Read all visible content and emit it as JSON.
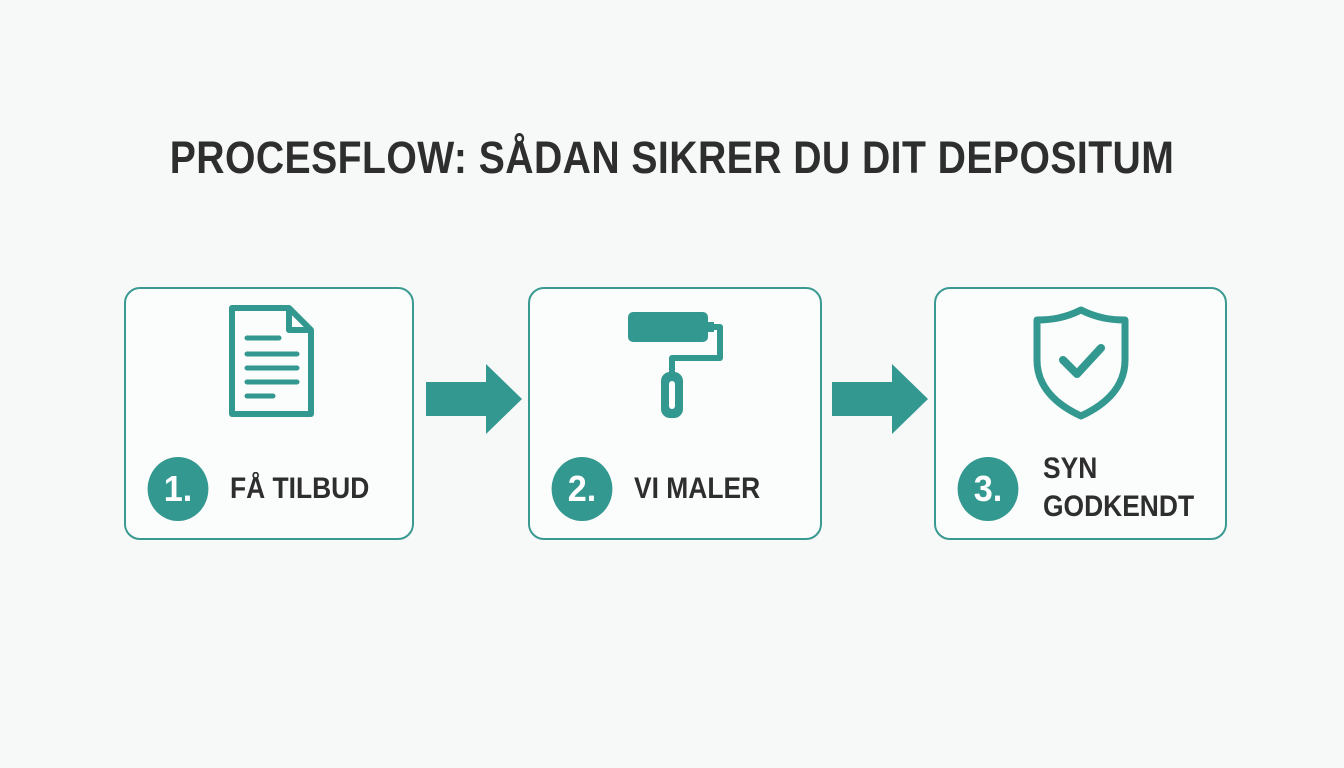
{
  "title": "PROCESFLOW: SÅDAN SIKRER DU DIT DEPOSITUM",
  "colors": {
    "accent": "#339990",
    "text": "#2e2e2e",
    "background": "#f7f8f8"
  },
  "steps": [
    {
      "number": "1.",
      "label_lines": [
        "FÅ TILBUD"
      ],
      "icon": "document-icon"
    },
    {
      "number": "2.",
      "label_lines": [
        "VI MALER"
      ],
      "icon": "paint-roller-icon"
    },
    {
      "number": "3.",
      "label_lines": [
        "SYN",
        "GODKENDT"
      ],
      "icon": "shield-check-icon"
    }
  ]
}
